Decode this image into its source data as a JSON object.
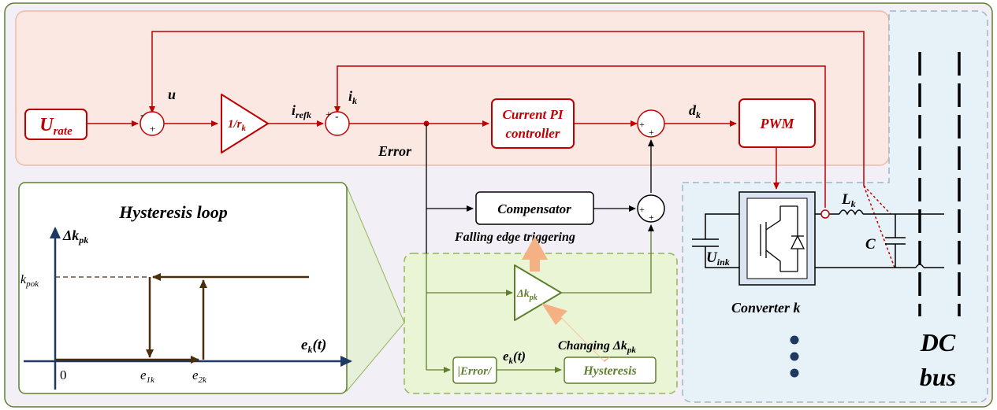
{
  "colors": {
    "red": "#c00000",
    "green": "#5f7f2f",
    "dark_brown": "#4a2f0f",
    "navy": "#1f3864",
    "orange_arrow": "#f4b183",
    "orange_fill": "#fce8e2",
    "green_fill": "#eaf5d6",
    "blue_fill": "#e6f2f8",
    "outer_fill": "#f2f0f6"
  },
  "control": {
    "u_rate_main": "U",
    "u_rate_sub": "rate",
    "gain_label": "1/r",
    "gain_sub": "k",
    "current_pi_line1": "Current PI",
    "current_pi_line2": "controller",
    "pwm": "PWM",
    "sign_minus": "-",
    "sign_plus": "+"
  },
  "signals": {
    "u": "u",
    "iref_main": "i",
    "iref_sub": "ref",
    "iref_k": "k",
    "ik_main": "i",
    "ik_sub": "k",
    "error": "Error",
    "dk_main": "d",
    "dk_sub": "k"
  },
  "adaptive": {
    "compensator": "Compensator",
    "falling_edge": "Falling edge triggering",
    "dkp_main": "Δk",
    "dkp_sub": "pk",
    "abs_error": "|Error/",
    "ek_main": "e",
    "ek_sub": "k",
    "ek_tail": "(t)",
    "hysteresis": "Hysteresis",
    "changing_main": "Changing Δk",
    "changing_sub": "pk"
  },
  "hysteresis_loop": {
    "title": "Hysteresis loop",
    "y_label_main": "Δk",
    "y_label_sub": "pk",
    "kpok_main": "k",
    "kpok_sub": "pok",
    "x_label_main": "e",
    "x_label_sub": "k",
    "x_label_tail": "(t)",
    "origin": "0",
    "e1_main": "e",
    "e1_sub": "1k",
    "e2_main": "e",
    "e2_sub": "2k"
  },
  "converter": {
    "uin_main": "U",
    "uin_sub": "in",
    "uin_k": "k",
    "lk_main": "L",
    "lk_sub": "k",
    "c": "C",
    "label": "Converter k",
    "dc_line1": "DC",
    "dc_line2": "bus"
  }
}
